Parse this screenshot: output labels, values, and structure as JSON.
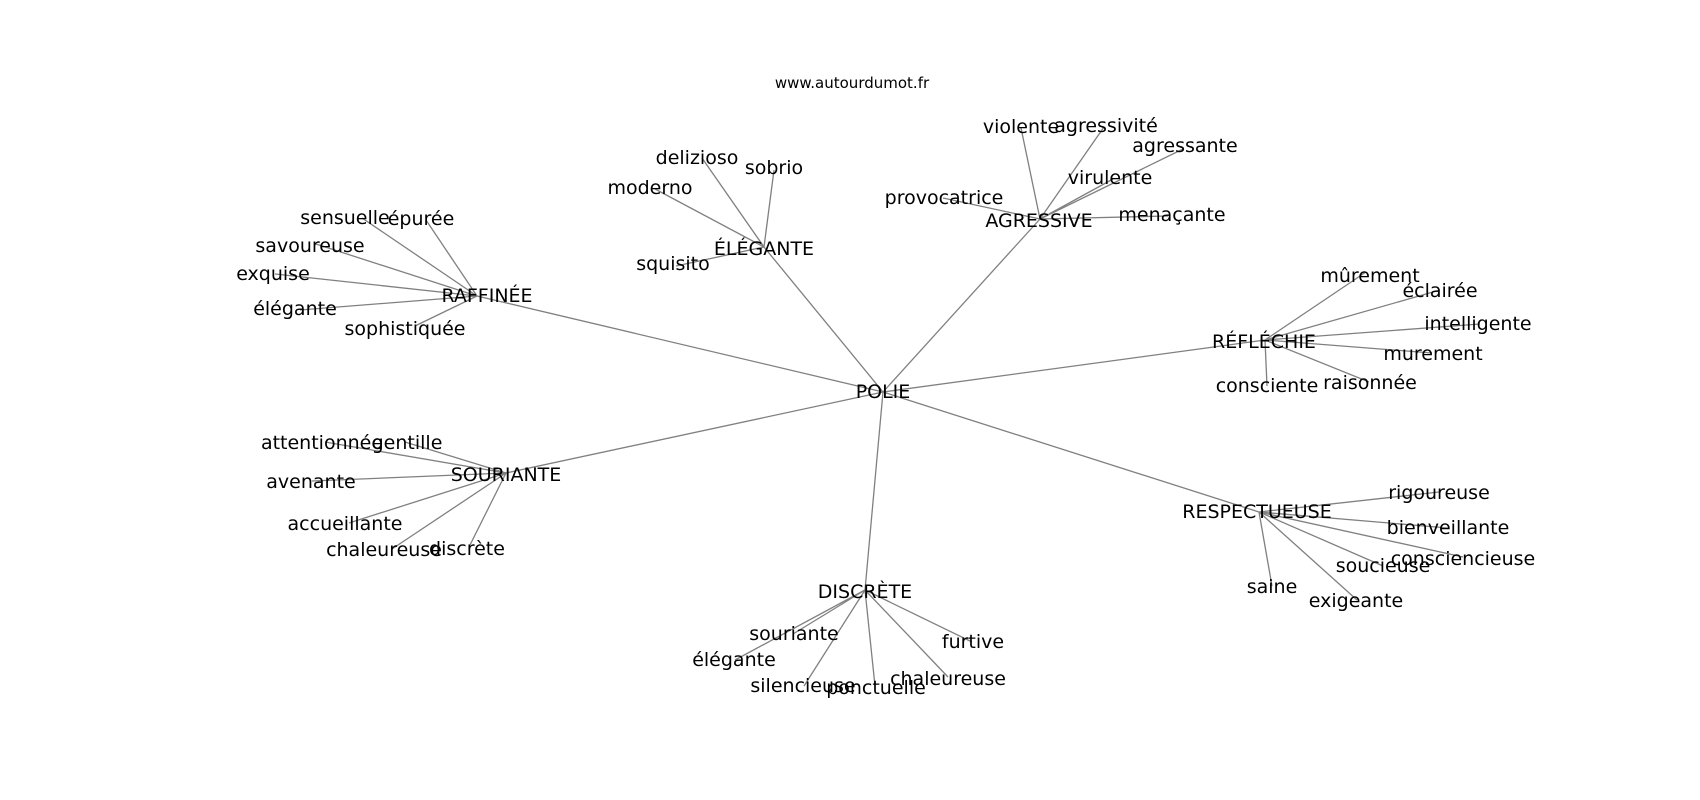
{
  "site": "www.autourdumot.fr",
  "graph": {
    "center": "POLIE",
    "hubs": [
      {
        "key": "raffinee",
        "label": "RAFFINÉE",
        "children": [
          {
            "key": "sensuelle",
            "label": "sensuelle"
          },
          {
            "key": "epuree",
            "label": "épurée"
          },
          {
            "key": "savoureuse",
            "label": "savoureuse"
          },
          {
            "key": "exquise",
            "label": "exquise"
          },
          {
            "key": "elegante_r",
            "label": "élégante"
          },
          {
            "key": "sophistiquee",
            "label": "sophistiquée"
          }
        ]
      },
      {
        "key": "elegante_hub",
        "label": "ÉLÉGANTE",
        "children": [
          {
            "key": "delizioso",
            "label": "delizioso"
          },
          {
            "key": "sobrio",
            "label": "sobrio"
          },
          {
            "key": "moderno",
            "label": "moderno"
          },
          {
            "key": "squisito",
            "label": "squisito"
          }
        ]
      },
      {
        "key": "agressive",
        "label": "AGRESSIVE",
        "children": [
          {
            "key": "violente",
            "label": "violente"
          },
          {
            "key": "agressivite",
            "label": "agressivité"
          },
          {
            "key": "agressante",
            "label": "agressante"
          },
          {
            "key": "virulente",
            "label": "virulente"
          },
          {
            "key": "provocatrice",
            "label": "provocatrice"
          },
          {
            "key": "menacante",
            "label": "menaçante"
          }
        ]
      },
      {
        "key": "reflechie",
        "label": "RÉFLÉCHIE",
        "children": [
          {
            "key": "murement_acc",
            "label": "mûrement"
          },
          {
            "key": "eclairee",
            "label": "éclairée"
          },
          {
            "key": "intelligente",
            "label": "intelligente"
          },
          {
            "key": "murement",
            "label": "murement"
          },
          {
            "key": "consciente",
            "label": "consciente"
          },
          {
            "key": "raisonnee",
            "label": "raisonnée"
          }
        ]
      },
      {
        "key": "souriante_hub",
        "label": "SOURIANTE",
        "children": [
          {
            "key": "attentionnee",
            "label": "attentionnée"
          },
          {
            "key": "gentille",
            "label": "gentille"
          },
          {
            "key": "avenante",
            "label": "avenante"
          },
          {
            "key": "accueillante",
            "label": "accueillante"
          },
          {
            "key": "chaleureuse_s",
            "label": "chaleureuse"
          },
          {
            "key": "discrete_s",
            "label": "discrète"
          }
        ]
      },
      {
        "key": "respectueuse",
        "label": "RESPECTUEUSE",
        "children": [
          {
            "key": "rigoureuse",
            "label": "rigoureuse"
          },
          {
            "key": "bienveillante",
            "label": "bienveillante"
          },
          {
            "key": "consciencieuse",
            "label": "consciencieuse"
          },
          {
            "key": "soucieuse",
            "label": "soucieuse"
          },
          {
            "key": "saine",
            "label": "saine"
          },
          {
            "key": "exigeante",
            "label": "exigeante"
          }
        ]
      },
      {
        "key": "discrete_hub",
        "label": "DISCRÈTE",
        "children": [
          {
            "key": "souriante_d",
            "label": "souriante"
          },
          {
            "key": "elegante_d",
            "label": "élégante"
          },
          {
            "key": "silencieuse",
            "label": "silencieuse"
          },
          {
            "key": "ponctuelle",
            "label": "ponctuelle"
          },
          {
            "key": "chaleureuse_d",
            "label": "chaleureuse"
          },
          {
            "key": "furtive",
            "label": "furtive"
          }
        ]
      }
    ]
  }
}
